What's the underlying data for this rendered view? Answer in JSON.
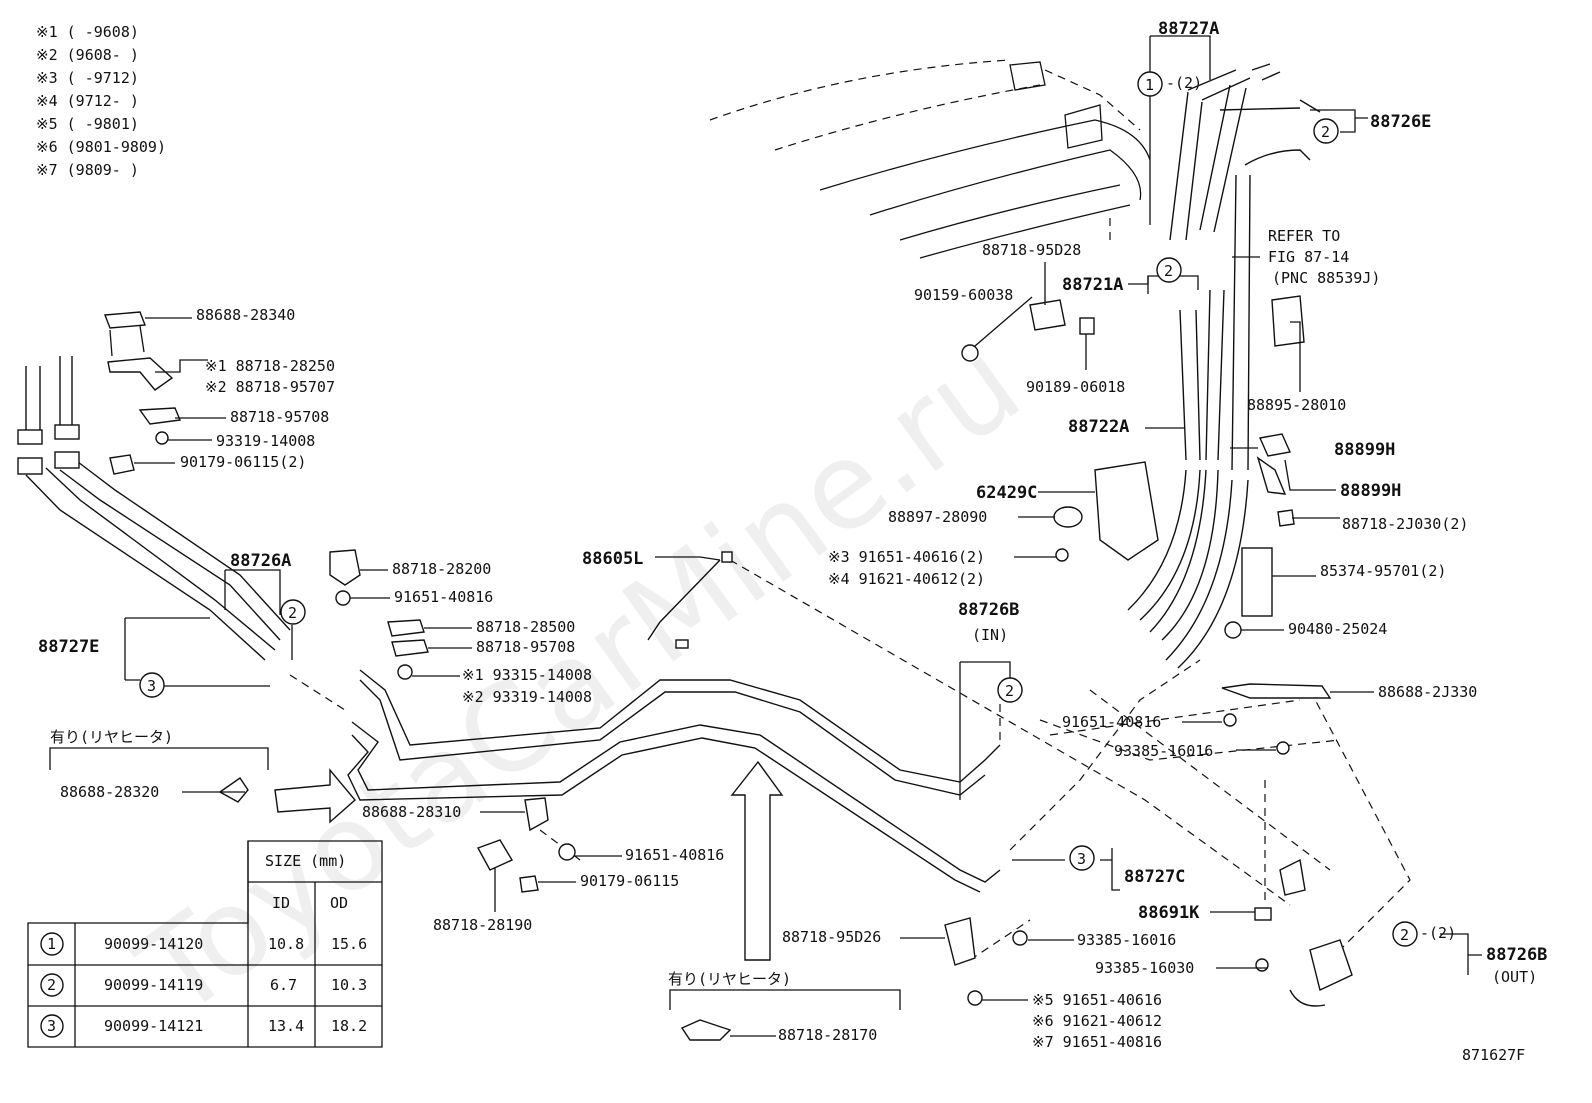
{
  "date_notes": [
    "※1 (      -9608)",
    "※2 (9608-      )",
    "※3 (      -9712)",
    "※4 (9712-      )",
    "※5 (      -9801)",
    "※6 (9801-9809)",
    "※7 (9809-      )"
  ],
  "labels": {
    "p88727A": "88727A",
    "p88726E": "88726E",
    "p88718_95D28": "88718-95D28",
    "p88721A": "88721A",
    "p90159": "90159-60038",
    "p90189": "90189-06018",
    "p88722A": "88722A",
    "refer1": "REFER TO",
    "refer2": "FIG 87-14",
    "refer3": "(PNC 88539J)",
    "p88895": "88895-28010",
    "p88899H_a": "88899H",
    "p88899H_b": "88899H",
    "p88718_2J030": "88718-2J030(2)",
    "p62429C": "62429C",
    "p88897": "88897-28090",
    "p91651_40616_2": "※3 91651-40616(2)",
    "p91621_40612_2": "※4 91621-40612(2)",
    "p85374": "85374-95701(2)",
    "p90480": "90480-25024",
    "p88688_2J330": "88688-2J330",
    "p91651_40816_r": "91651-40816",
    "p93385_16016_r": "93385-16016",
    "p88688_28340": "88688-28340",
    "p88718_28250": "※1 88718-28250",
    "p88718_95707": "※2 88718-95707",
    "p88718_95708_a": "88718-95708",
    "p93319_14008_a": "93319-14008",
    "p90179_2": "90179-06115(2)",
    "p88726A": "88726A",
    "p88727E": "88727E",
    "p88718_28200": "88718-28200",
    "p91651_40816_a": "91651-40816",
    "p88605L": "88605L",
    "p88718_28500": "88718-28500",
    "p88718_95708_b": "88718-95708",
    "p93315": "※1 93315-14008",
    "p93319_14008_b": "※2 93319-14008",
    "p88726B_in": "88726B",
    "in": "(IN)",
    "rear_heater_a": "有り(リヤヒータ)",
    "p88688_28320": "88688-28320",
    "p88688_28310": "88688-28310",
    "p91651_40816_b": "91651-40816",
    "p90179_06115": "90179-06115",
    "p88718_28190": "88718-28190",
    "p88727C": "88727C",
    "p88691K": "88691K",
    "p88718_95D26": "88718-95D26",
    "p93385_16016_b": "93385-16016",
    "p93385_16030": "93385-16030",
    "p91651_40616": "※5 91651-40616",
    "p91621_40612": "※6 91621-40612",
    "p91651_40816_c": "※7 91651-40816",
    "p88726B_out": "88726B",
    "out": "(OUT)",
    "rear_heater_b": "有り(リヤヒータ)",
    "p88718_28170": "88718-28170",
    "fig_code": "871627F",
    "qty_2a": "-(2)",
    "qty_2b": "-(2)"
  },
  "callouts": {
    "c1": "1",
    "c2": "2",
    "c3": "3"
  },
  "size_table": {
    "header": "SIZE (mm)",
    "col_id": "ID",
    "col_od": "OD",
    "rows": [
      {
        "mark": "1",
        "part": "90099-14120",
        "id": "10.8",
        "od": "15.6"
      },
      {
        "mark": "2",
        "part": "90099-14119",
        "id": "6.7",
        "od": "10.3"
      },
      {
        "mark": "3",
        "part": "90099-14121",
        "id": "13.4",
        "od": "18.2"
      }
    ]
  },
  "watermark": "ToyotaCarMine.ru"
}
